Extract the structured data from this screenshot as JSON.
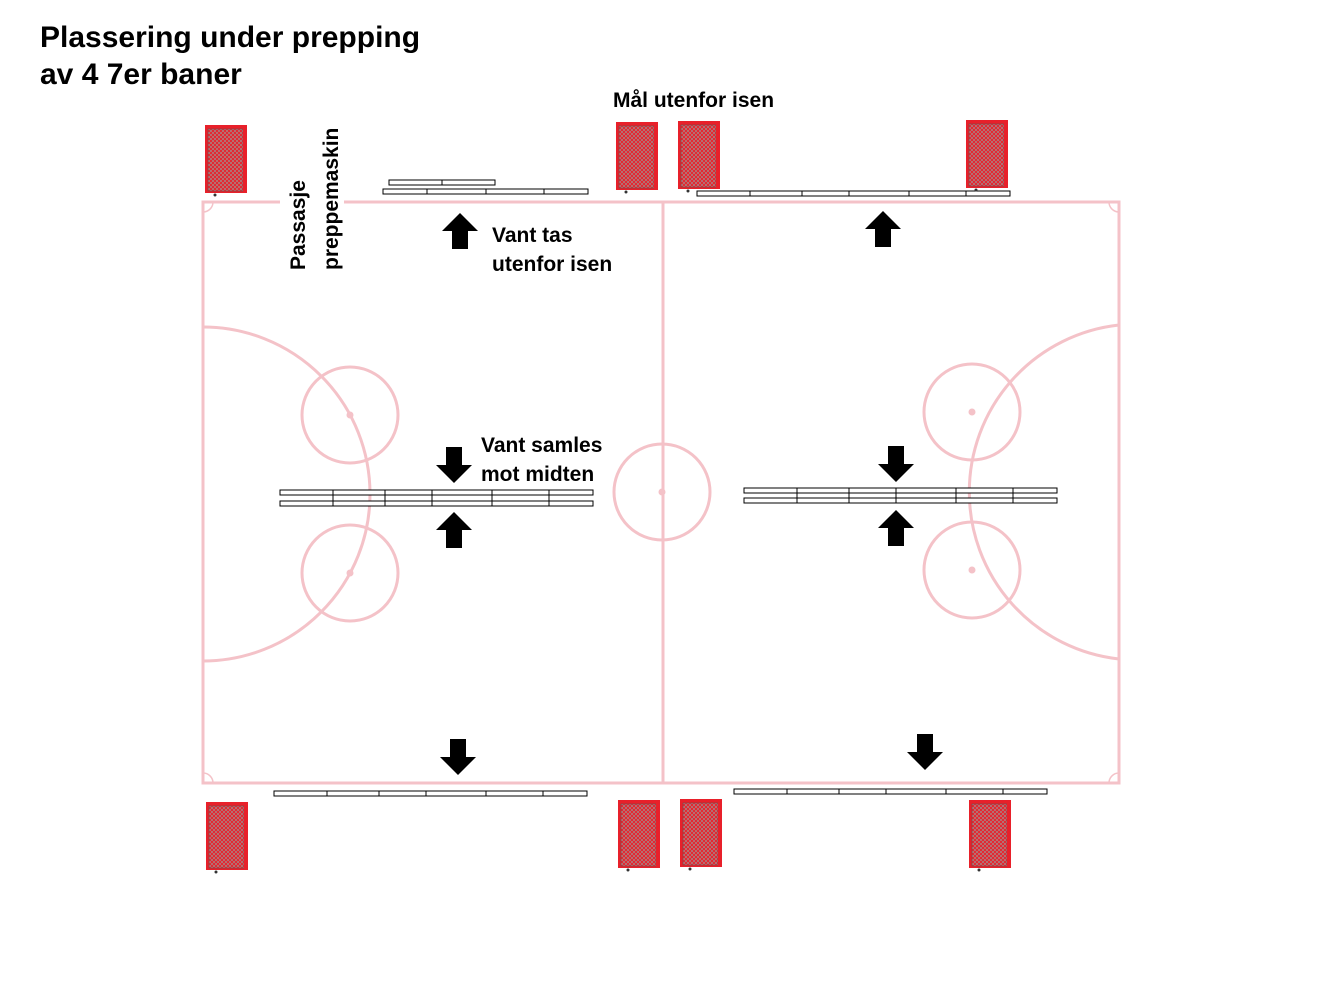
{
  "title": {
    "line1": "Plassering under prepping",
    "line2": "av 4 7er baner"
  },
  "labels": {
    "goals_outside": "Mål utenfor isen",
    "boards_removed_line1": "Vant tas",
    "boards_removed_line2": "utenfor isen",
    "boards_gathered_line1": "Vant samles",
    "boards_gathered_line2": "mot midten",
    "passage_line1": "Passasje",
    "passage_line2": "preppemaskin"
  },
  "colors": {
    "rink_lines": "#f4c2c8",
    "goal_frame": "#e8202a",
    "arrow": "#000000",
    "board": "#000000"
  },
  "icons": {
    "arrow_up": "arrow-up-icon",
    "arrow_down": "arrow-down-icon",
    "goal": "hockey-goal-icon"
  }
}
